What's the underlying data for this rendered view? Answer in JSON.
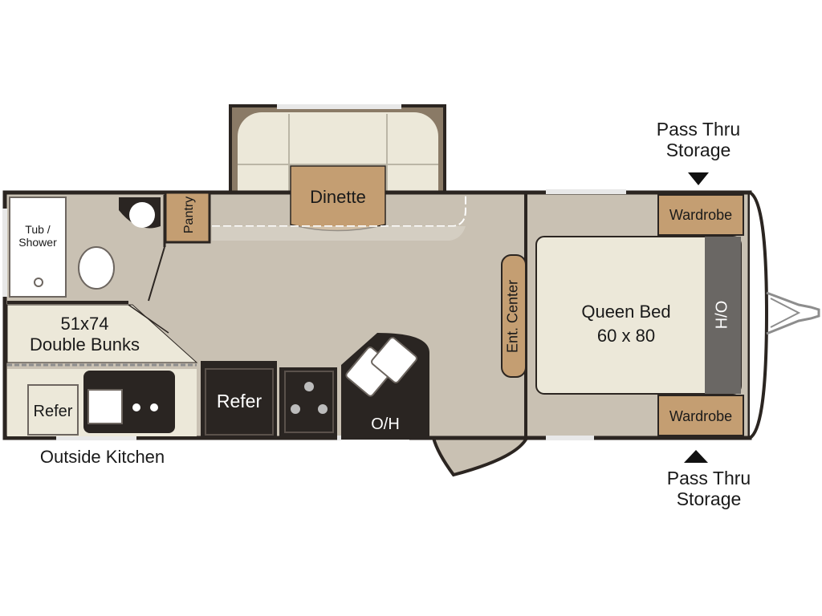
{
  "labels": {
    "pass_thru_top": [
      "Pass Thru",
      "Storage"
    ],
    "pass_thru_bottom": [
      "Pass Thru",
      "Storage"
    ],
    "wardrobe_top": "Wardrobe",
    "wardrobe_bottom": "Wardrobe",
    "dinette": "Dinette",
    "pantry": "Pantry",
    "tub_shower": [
      "Tub /",
      "Shower"
    ],
    "bunks": [
      "51x74",
      "Double Bunks"
    ],
    "outside_refer": "Refer",
    "outside_kitchen": "Outside Kitchen",
    "refer": "Refer",
    "overhead": "O/H",
    "ent_center": "Ent. Center",
    "queen_bed": [
      "Queen Bed",
      "60 x 80"
    ],
    "bed_overhead": "H/O"
  },
  "colors": {
    "floor": "#c9c1b3",
    "wall": "#2b2521",
    "cabinet": "#c49e72",
    "cushion": "#ece8d9",
    "appliance": "#2a2522",
    "bed_headboard": "#6a6764"
  }
}
